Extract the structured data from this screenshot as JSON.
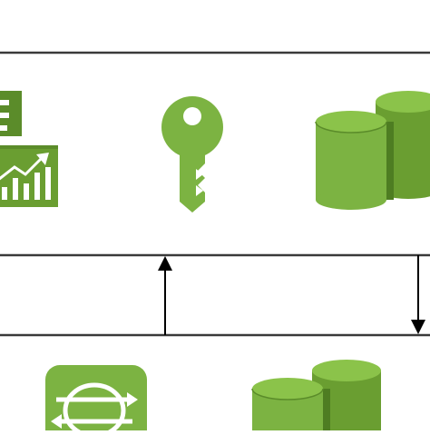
{
  "diagram": {
    "colors": {
      "background": "#ffffff",
      "line": "#3a3a3a",
      "green_main": "#7cb342",
      "green_dark": "#5b8c2a",
      "green_light": "#8bc34a",
      "green_shadow": "#4e7d22",
      "white": "#ffffff"
    },
    "bands": [
      {
        "name": "top-band"
      },
      {
        "name": "middle-band"
      },
      {
        "name": "bottom-band"
      }
    ],
    "icons": [
      {
        "name": "analytics-dashboard-icon",
        "label": ""
      },
      {
        "name": "key-icon",
        "label": ""
      },
      {
        "name": "database-cylinders-icon",
        "label": ""
      },
      {
        "name": "sync-transfer-icon",
        "label": ""
      },
      {
        "name": "database-cylinders-icon-bottom",
        "label": ""
      }
    ],
    "connectors": [
      {
        "name": "arrow-up-to-key",
        "direction": "up"
      },
      {
        "name": "arrow-down-from-database",
        "direction": "down"
      }
    ]
  }
}
